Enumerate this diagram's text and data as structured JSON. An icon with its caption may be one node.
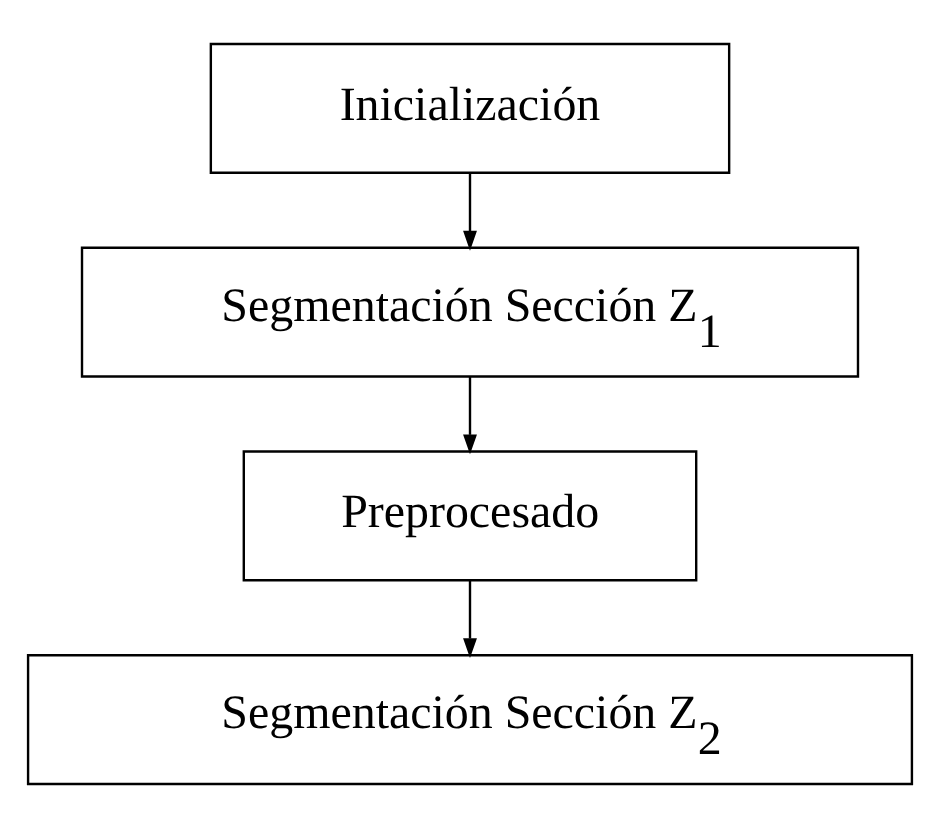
{
  "diagram": {
    "nodes": [
      {
        "text": [
          "Inicialización"
        ]
      },
      {
        "text": [
          "Segmentación Sección Z$_{1}$"
        ]
      },
      {
        "text": [
          "Preprocesado"
        ]
      },
      {
        "text": [
          "Segmentación Sección Z$_{2}$"
        ]
      }
    ],
    "edges": [
      {
        "from": 0,
        "to": 1,
        "arrow": "to"
      },
      {
        "from": 1,
        "to": 2,
        "arrow": "to"
      },
      {
        "from": 2,
        "to": 3,
        "arrow": "to"
      }
    ]
  }
}
